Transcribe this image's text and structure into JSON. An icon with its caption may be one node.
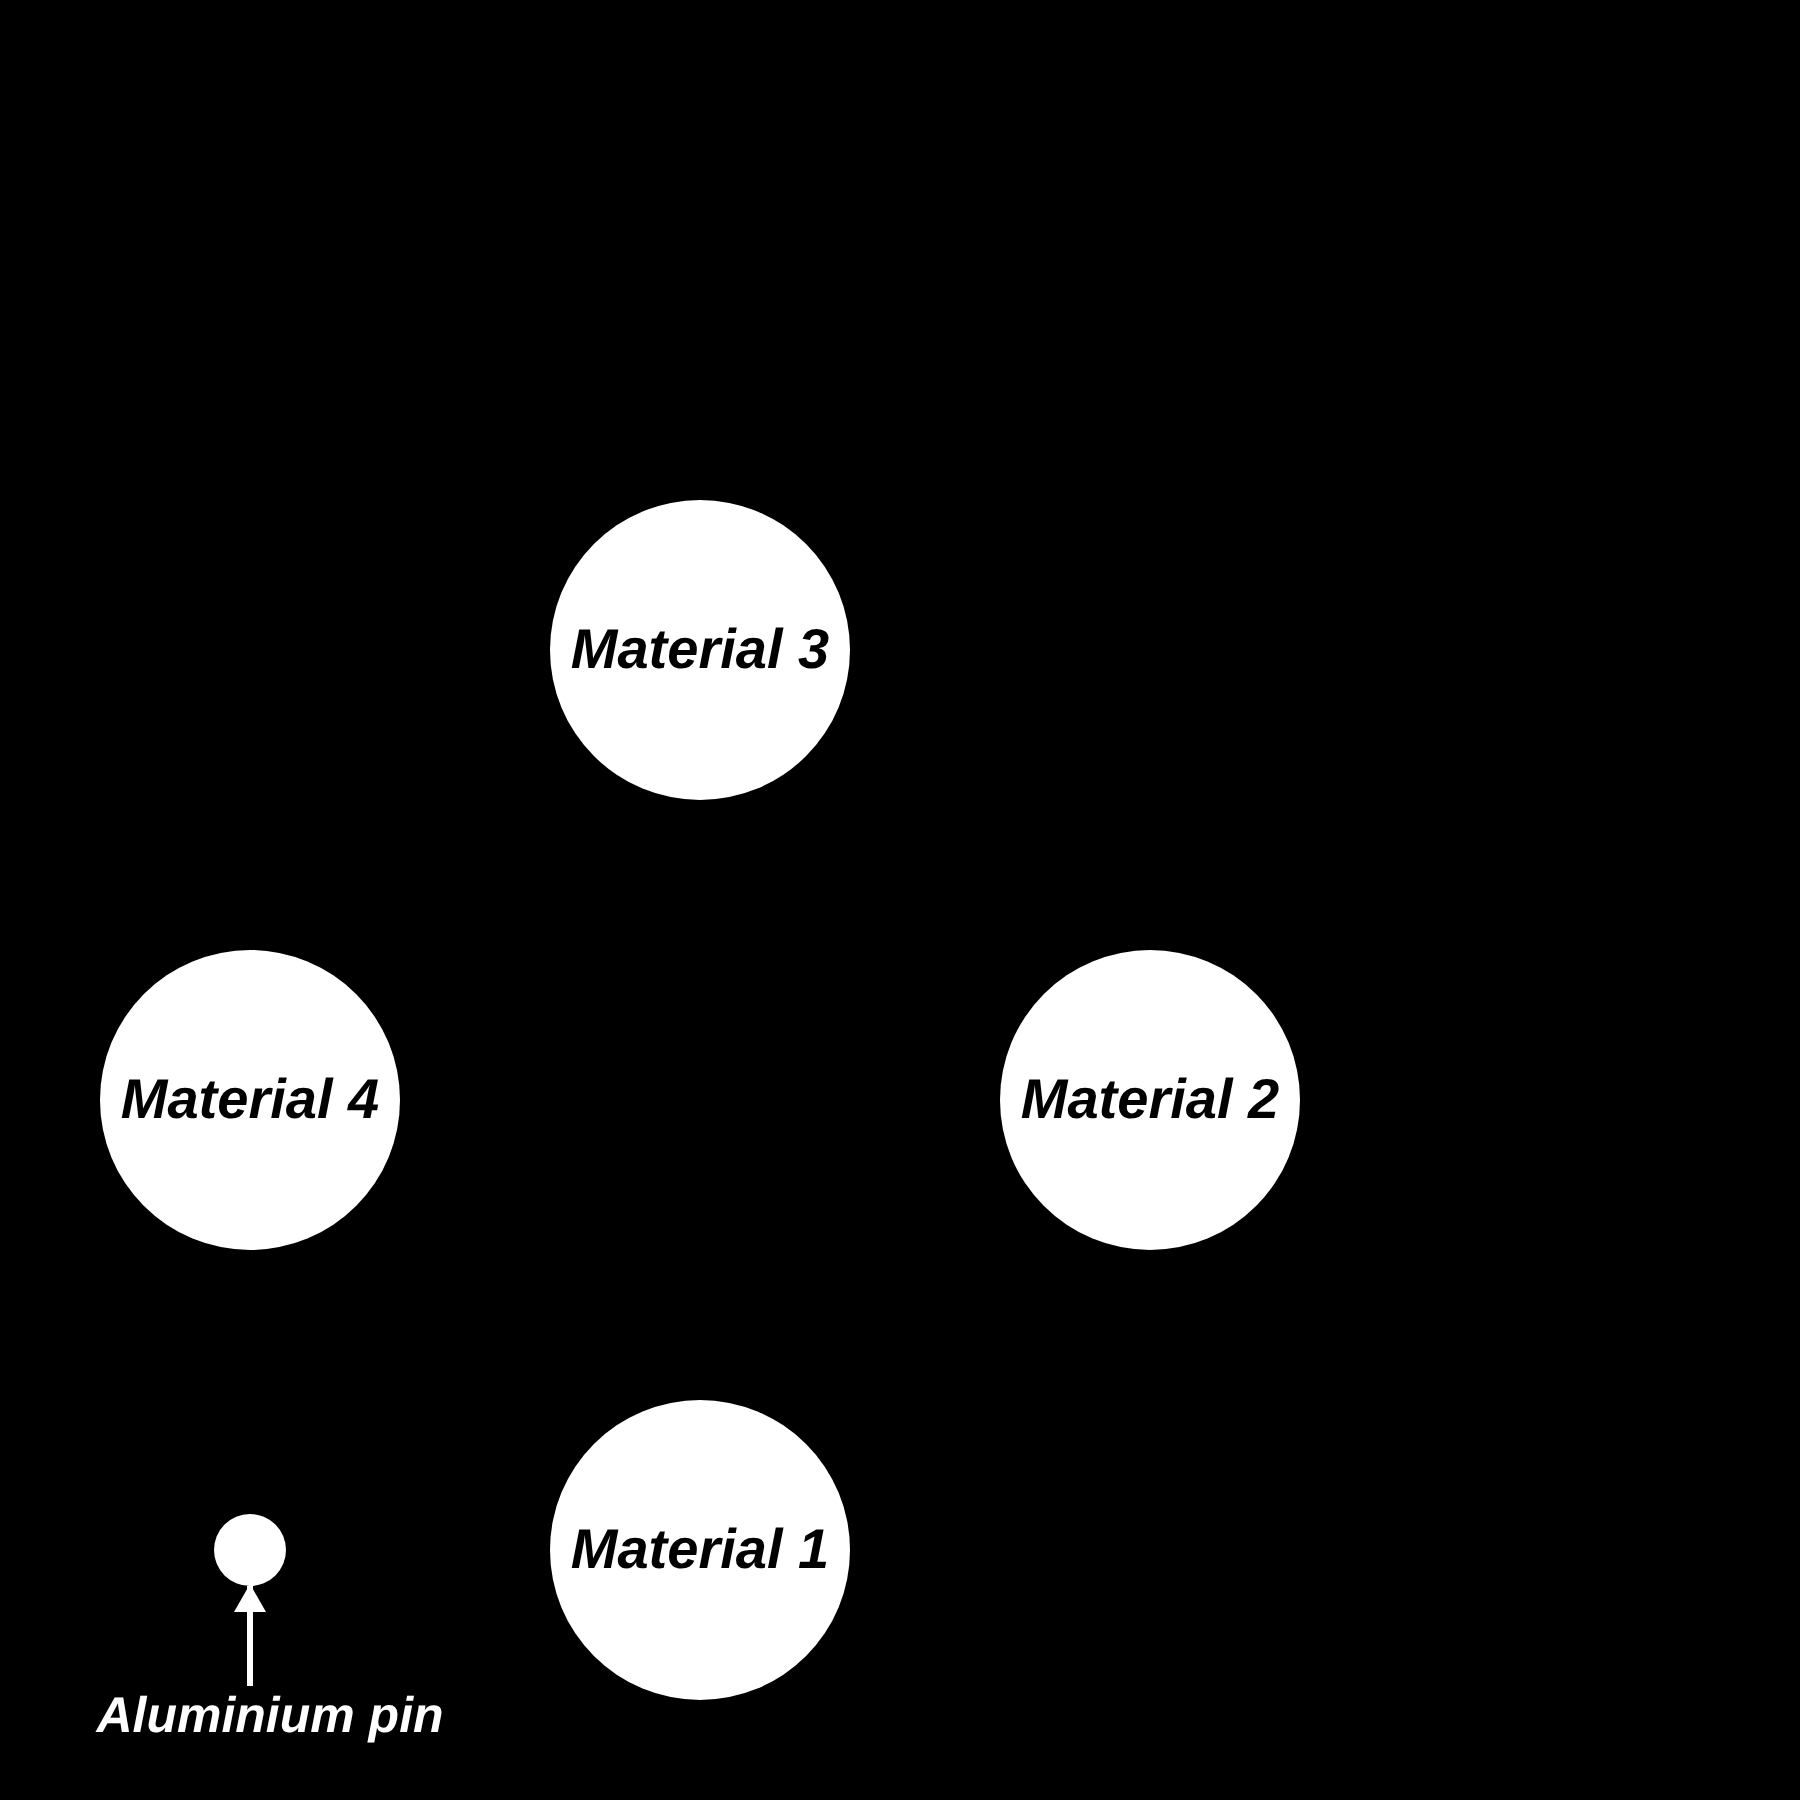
{
  "diagram": {
    "nodes": [
      {
        "text": [
          "Material 3"
        ]
      },
      {
        "text": [
          "Material 4"
        ]
      },
      {
        "text": [
          "Material 2"
        ]
      },
      {
        "text": [],
        "shape": "circle"
      },
      {
        "text": [
          "Material 1"
        ]
      },
      {
        "text": [
          "Aluminium pin"
        ]
      }
    ],
    "edges": [
      {
        "from": 5,
        "to": 3,
        "arrow": "to"
      }
    ]
  }
}
